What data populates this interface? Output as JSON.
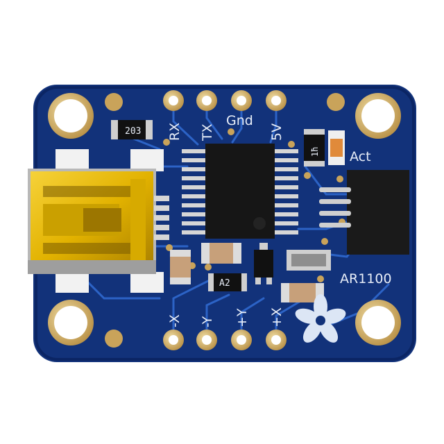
{
  "photo": {
    "subject": "",
    "board_color": "#12327a",
    "trace_color": "#2c63c6",
    "pad_color": "#c9a35a",
    "usb_color": "#e3b500"
  },
  "labels": {
    "top_pins": [
      "RX",
      "TX",
      "Gnd",
      "5V"
    ],
    "bottom_pins": [
      "-X",
      "-Y",
      "+Y",
      "+X"
    ],
    "activity_led": "Act",
    "part_number": "AR1100",
    "resistor_code": "203",
    "cap_code": "1ħ",
    "diode_code": "A2"
  },
  "logo": {
    "name": "adafruit-flower-logo"
  }
}
